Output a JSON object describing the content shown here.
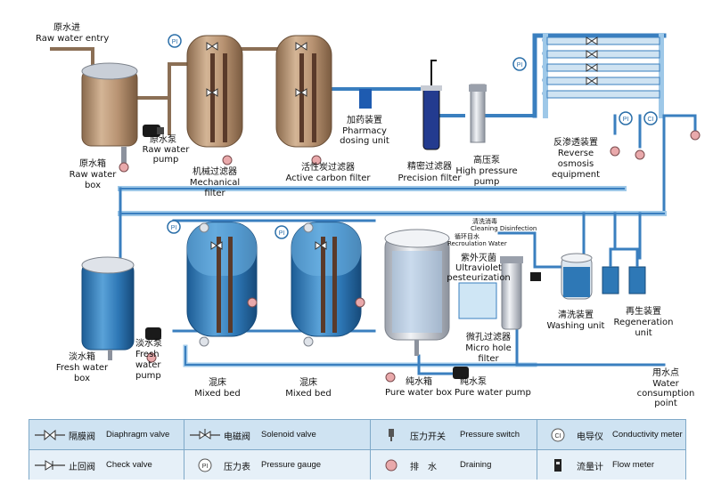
{
  "labels": {
    "raw_water_entry_cn": "原水进",
    "raw_water_entry_en": "Raw water entry",
    "raw_water_box_cn": "原水箱",
    "raw_water_box_en1": "Raw water",
    "raw_water_box_en2": "box",
    "raw_water_pump_cn": "原水泵",
    "raw_water_pump_en1": "Raw water",
    "raw_water_pump_en2": "pump",
    "mechanical_filter_cn": "机械过滤器",
    "mechanical_filter_en1": "Mechanical",
    "mechanical_filter_en2": "filter",
    "active_carbon_cn": "活性炭过滤器",
    "active_carbon_en": "Active carbon filter",
    "dosing_cn": "加药装置",
    "dosing_en1": "Pharmacy",
    "dosing_en2": "dosing unit",
    "precision_cn": "精密过滤器",
    "precision_en": "Precision filter",
    "hp_pump_cn": "高压泵",
    "hp_pump_en1": "High pressure",
    "hp_pump_en2": "pump",
    "ro_cn": "反渗透装置",
    "ro_en1": "Reverse",
    "ro_en2": "osmosis",
    "ro_en3": "equipment",
    "fresh_box_cn": "淡水箱",
    "fresh_box_en1": "Fresh water",
    "fresh_box_en2": "box",
    "fresh_pump_cn": "淡水泵",
    "fresh_pump_en1": "Fresh",
    "fresh_pump_en2": "water",
    "fresh_pump_en3": "pump",
    "mixed_bed_cn_1": "混床",
    "mixed_bed_en_1": "Mixed bed",
    "mixed_bed_cn_2": "混床",
    "mixed_bed_en_2": "Mixed bed",
    "cleaning_cn": "清洗消毒",
    "cleaning_en": "Cleaning Disinfection",
    "recirc_cn": "循环目水",
    "recirc_en": "Recroulation Water",
    "uv_cn": "紫外灭菌",
    "uv_en1": "Ultraviolet",
    "uv_en2": "pesteurization",
    "micro_cn": "微孔过滤器",
    "micro_en1": "Micro hole",
    "micro_en2": "filter",
    "pure_box_cn": "纯水箱",
    "pure_box_en": "Pure water box",
    "pure_pump_cn": "纯水泵",
    "pure_pump_en": "Pure water pump",
    "washing_cn": "清洗装置",
    "washing_en": "Washing unit",
    "regen_cn": "再生装置",
    "regen_en1": "Regeneration",
    "regen_en2": "unit",
    "consumption_cn": "用水点",
    "consumption_en1": "Water",
    "consumption_en2": "consumption",
    "consumption_en3": "point"
  },
  "gauges": {
    "pi": "PI",
    "ci": "CI"
  },
  "legend": [
    {
      "cn": "隔膜阀",
      "en": "Diaphragm valve",
      "icon": "diaphragm-valve"
    },
    {
      "cn": "电磁阀",
      "en": "Solenoid valve",
      "icon": "solenoid-valve"
    },
    {
      "cn": "压力开关",
      "en": "Pressure switch",
      "icon": "pressure-switch"
    },
    {
      "cn": "电导仪",
      "en": "Conductivity meter",
      "icon": "conductivity-meter",
      "symbol": "CI"
    },
    {
      "cn": "止回阀",
      "en": "Check valve",
      "icon": "check-valve"
    },
    {
      "cn": "压力表",
      "en": "Pressure gauge",
      "icon": "pressure-gauge",
      "symbol": "PI"
    },
    {
      "cn": "排　水",
      "en": "Draining",
      "icon": "drain"
    },
    {
      "cn": "流量计",
      "en": "Flow meter",
      "icon": "flow-meter"
    }
  ],
  "colors": {
    "pipe_dark": "#2a6ea8",
    "pipe_light": "#9ec8e8",
    "tank_brown": "#a98565",
    "tank_blue": "#2e78b6",
    "tank_steel": "#c8ccd4",
    "legend_bg": "#cfe3f2"
  }
}
